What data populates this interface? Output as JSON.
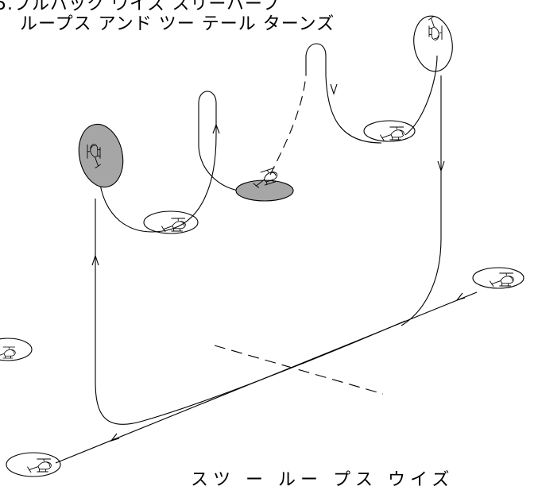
{
  "title": {
    "line1": "5.プルバック ウイズ スリーハーフ",
    "line2": "ループス アンド ツー テール ターンズ"
  },
  "caption": "スツ ー ルー プス ウイズ",
  "colors": {
    "stroke": "#000000",
    "shaded_disc": "#a6a6a6",
    "background": "#ffffff"
  },
  "icons": [
    "helicopter-icon",
    "rotor-disc"
  ]
}
